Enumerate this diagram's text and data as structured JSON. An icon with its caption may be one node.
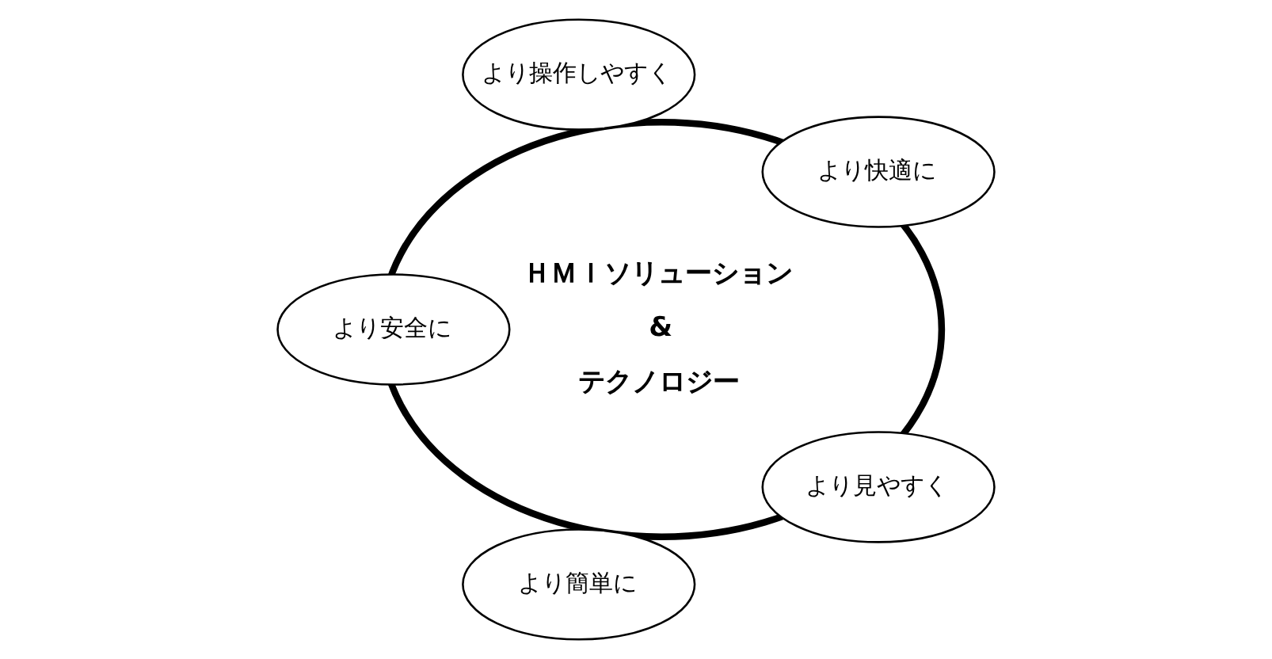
{
  "diagram": {
    "nodes": [
      {
        "text": [
          "ＨＭＩソリューション",
          "&",
          "テクノロジー"
        ]
      },
      {
        "text": [
          "より快適に"
        ]
      },
      {
        "text": [
          "より操作しやすく"
        ]
      },
      {
        "text": [
          "より安全に"
        ]
      },
      {
        "text": [
          "より簡単に"
        ]
      },
      {
        "text": [
          "より見やすく"
        ]
      }
    ]
  }
}
